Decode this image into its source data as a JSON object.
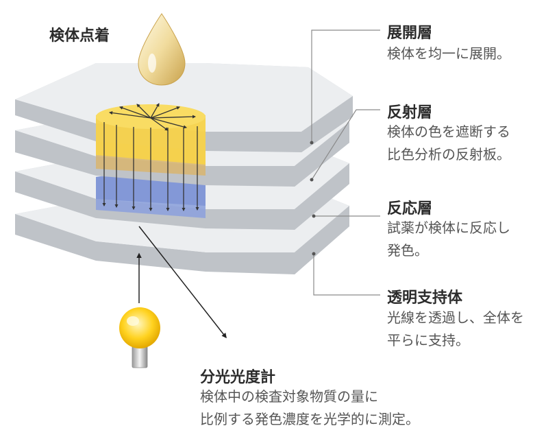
{
  "drop_label": "検体点着",
  "layers": [
    {
      "title": "展開層",
      "lines": [
        "検体を均一に展開。"
      ]
    },
    {
      "title": "反射層",
      "lines": [
        "検体の色を遮断する",
        "比色分析の反射板。"
      ]
    },
    {
      "title": "反応層",
      "lines": [
        "試薬が検体に反応し",
        "発色。"
      ]
    },
    {
      "title": "透明支持体",
      "lines": [
        "光線を透過し、全体を",
        "平らに支持。"
      ]
    }
  ],
  "spectro": {
    "title": "分光光度計",
    "lines": [
      "検体中の検査対象物質の量に",
      "比例する発色濃度を光学的に測定。"
    ]
  },
  "colors": {
    "yellow": "#f7d24a",
    "blue": "#8ea2dc",
    "gray_top": "#eceef0",
    "gray_side": "#b8bcc2",
    "line": "#8a8a8a"
  },
  "icons": [
    "drop-icon",
    "light-bulb-icon",
    "arrow-icon"
  ]
}
